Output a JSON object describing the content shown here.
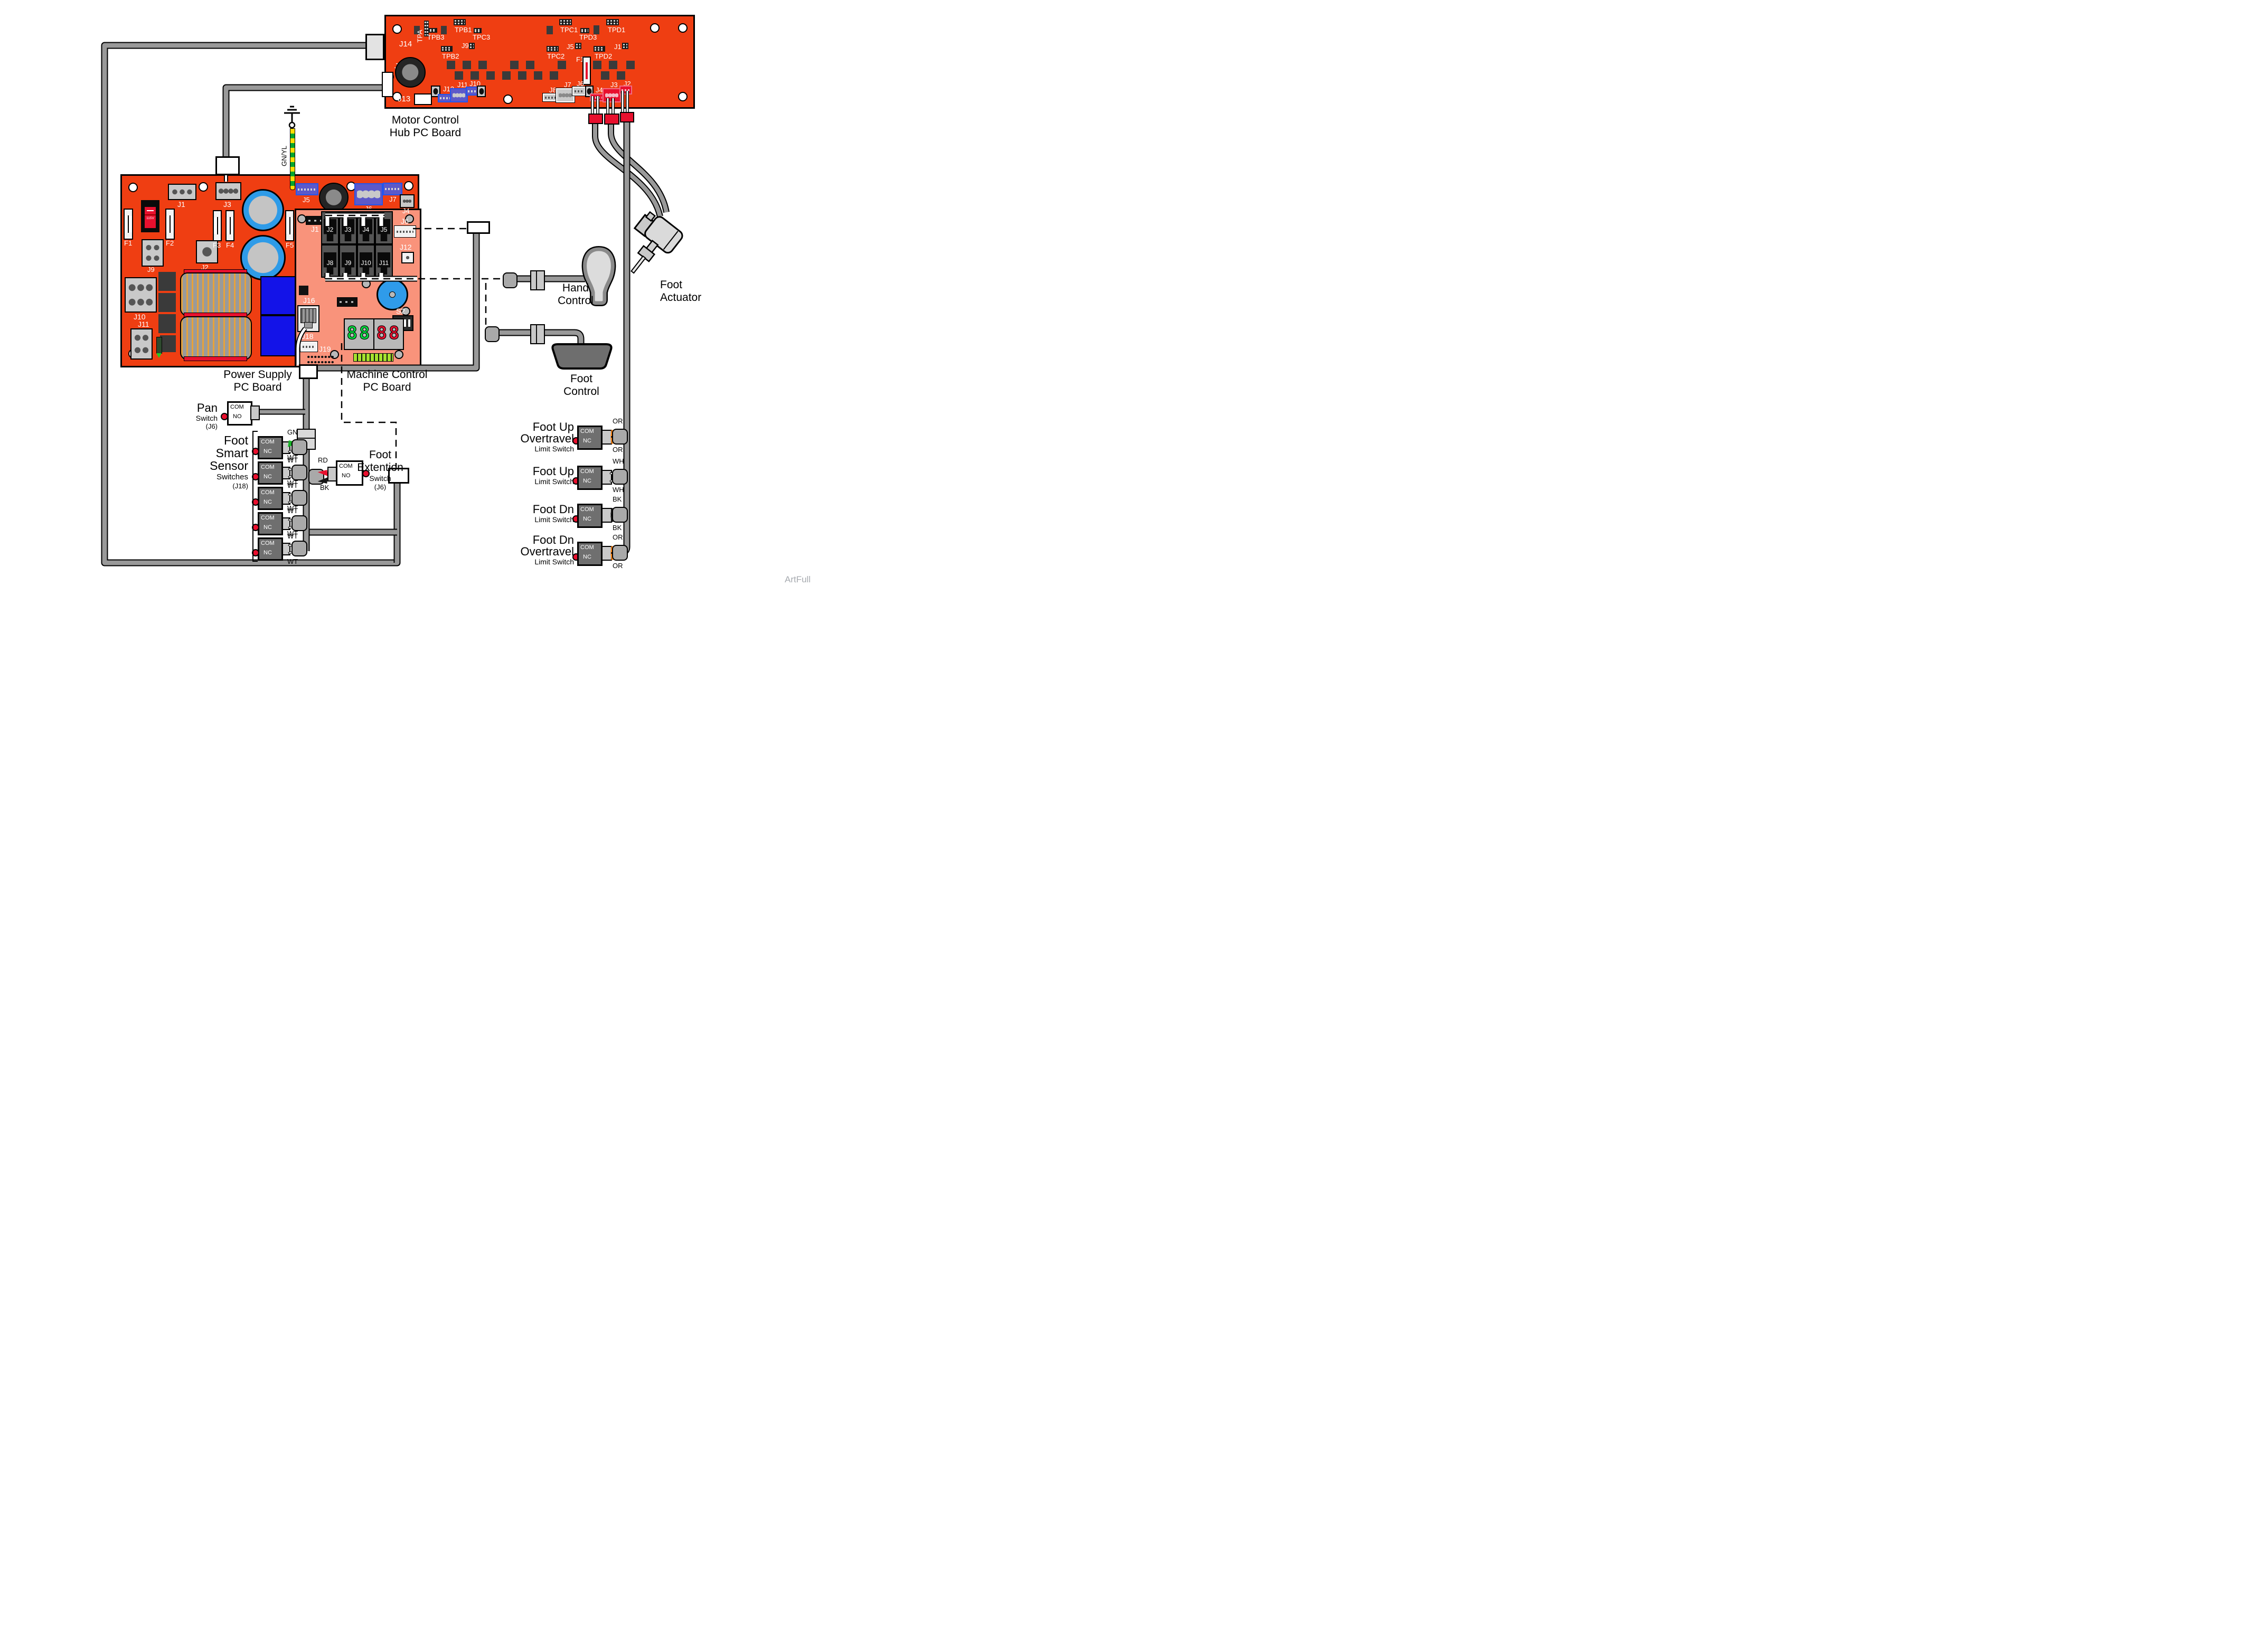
{
  "watermark": "ArtFull",
  "ground": {
    "wire_label": "GN/YL"
  },
  "colors": {
    "board_red": "#EF3E12",
    "board_salmon": "#F9937B",
    "connector_blue": "#5C59C9",
    "connector_red": "#E8102E",
    "wire_gray": "#999999",
    "led_green": "#A6E22E",
    "display_green": "#00E040",
    "display_red": "#F01030",
    "buzzer_blue": "#2F9BEA",
    "wire_orange": "#FF8718",
    "ground_yellow": "#FFDD00",
    "ground_green": "#00A42C"
  },
  "hub": {
    "title": [
      "Motor Control",
      "Hub PC Board"
    ],
    "labels": {
      "j14": "J14",
      "j15": "J15",
      "j13": "J13",
      "tpa": "TPA",
      "tpb3": "TPB3",
      "tpb1": "TPB1",
      "tpb2": "TPB2",
      "tpc3": "TPC3",
      "tpc1": "TPC1",
      "tpc2": "TPC2",
      "tpd3": "TPD3",
      "tpd1": "TPD1",
      "tpd2": "TPD2",
      "j9": "J9",
      "j5": "J5",
      "j1": "J1",
      "f1": "F1",
      "j12": "J12",
      "j11": "J11",
      "j10": "J10",
      "j8": "J8",
      "j7": "J7",
      "j6": "J6",
      "j4": "J4",
      "j3": "J3",
      "j2": "J2"
    }
  },
  "ps": {
    "title": [
      "Power Supply",
      "PC Board"
    ],
    "labels": {
      "j1": "J1",
      "j3": "J3",
      "v115": "115V",
      "f1": "F1",
      "f2": "F2",
      "j9": "J9",
      "j2": "J2",
      "f3": "F3",
      "f4": "F4",
      "f5": "F5",
      "j10": "J10",
      "j11": "J11",
      "j5": "J5",
      "j6": "J6",
      "j7": "J7",
      "j4": "J4"
    }
  },
  "mc": {
    "title": [
      "Machine Control",
      "PC Board"
    ],
    "display_green": "88",
    "display_red": "88",
    "labels": {
      "j1": "J1",
      "j2": "J2",
      "j3": "J3",
      "j4": "J4",
      "j5": "J5",
      "j6": "J6",
      "j8": "J8",
      "j9": "J9",
      "j10": "J10",
      "j11": "J11",
      "j12": "J12",
      "j16": "J16",
      "j18": "J18",
      "j19": "J19",
      "s2": "S2"
    }
  },
  "hand": {
    "label": [
      "Hand",
      "Control"
    ]
  },
  "footc": {
    "label": [
      "Foot",
      "Control"
    ]
  },
  "actuator": {
    "label": [
      "Foot",
      "Actuator"
    ]
  },
  "pan": {
    "title": "Pan",
    "subtitle": "Switch",
    "ref": "(J6)",
    "com": "COM",
    "no": "NO"
  },
  "smart": {
    "title": [
      "Foot",
      "Smart",
      "Sensor"
    ],
    "subtitle": "Switches",
    "ref": "(J18)",
    "switches": [
      {
        "com": "COM",
        "nc": "NC",
        "top": "GN",
        "bottom": "WT"
      },
      {
        "com": "COM",
        "nc": "NC",
        "top": "WT",
        "bottom": "WT"
      },
      {
        "com": "COM",
        "nc": "NC",
        "top": "WT",
        "bottom": "WT"
      },
      {
        "com": "COM",
        "nc": "NC",
        "top": "WT",
        "bottom": "WT"
      },
      {
        "com": "COM",
        "nc": "NC",
        "top": "WT",
        "bottom": "WT"
      }
    ]
  },
  "ext": {
    "title": [
      "Foot",
      "Extention"
    ],
    "subtitle": "Switch",
    "ref": "(J6)",
    "com": "COM",
    "no": "NO",
    "top": "RD",
    "bottom": "BK"
  },
  "limits": [
    {
      "l1": "Foot Up",
      "l2": "Overtravel",
      "sub": "Limit Switch",
      "com": "COM",
      "nc": "NC",
      "top": "OR",
      "bottom": "OR"
    },
    {
      "l1": "Foot Up",
      "l2": "",
      "sub": "Limit Switch",
      "com": "COM",
      "nc": "NC",
      "top": "WH",
      "bottom": "WH"
    },
    {
      "l1": "Foot Dn",
      "l2": "",
      "sub": "Limit Switch",
      "com": "COM",
      "nc": "NC",
      "top": "BK",
      "bottom": "BK"
    },
    {
      "l1": "Foot Dn",
      "l2": "Overtravel",
      "sub": "Limit Switch",
      "com": "COM",
      "nc": "NC",
      "top": "OR",
      "bottom": "OR"
    }
  ]
}
